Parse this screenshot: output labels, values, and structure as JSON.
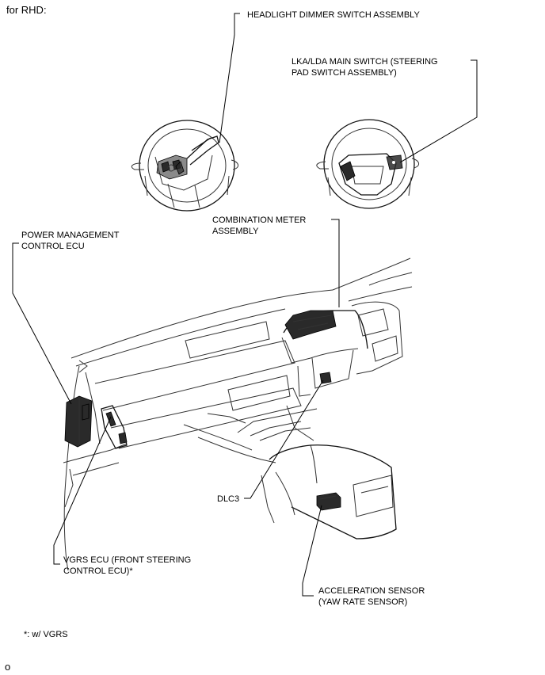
{
  "header": {
    "variant": "for RHD:"
  },
  "labels": {
    "headlight_dimmer": "HEADLIGHT DIMMER SWITCH ASSEMBLY",
    "lka_line1": "LKA/LDA MAIN SWITCH (STEERING",
    "lka_line2": "PAD SWITCH ASSEMBLY)",
    "meter_line1": "COMBINATION METER",
    "meter_line2": "ASSEMBLY",
    "pm_line1": "POWER MANAGEMENT",
    "pm_line2": "CONTROL ECU",
    "dlc3": "DLC3",
    "vgrs_line1": "VGRS ECU (FRONT STEERING",
    "vgrs_line2": "CONTROL ECU)*",
    "accel_line1": "ACCELERATION SENSOR",
    "accel_line2": "(YAW RATE SENSOR)"
  },
  "footnote": "*: w/ VGRS",
  "page_marker": "o"
}
